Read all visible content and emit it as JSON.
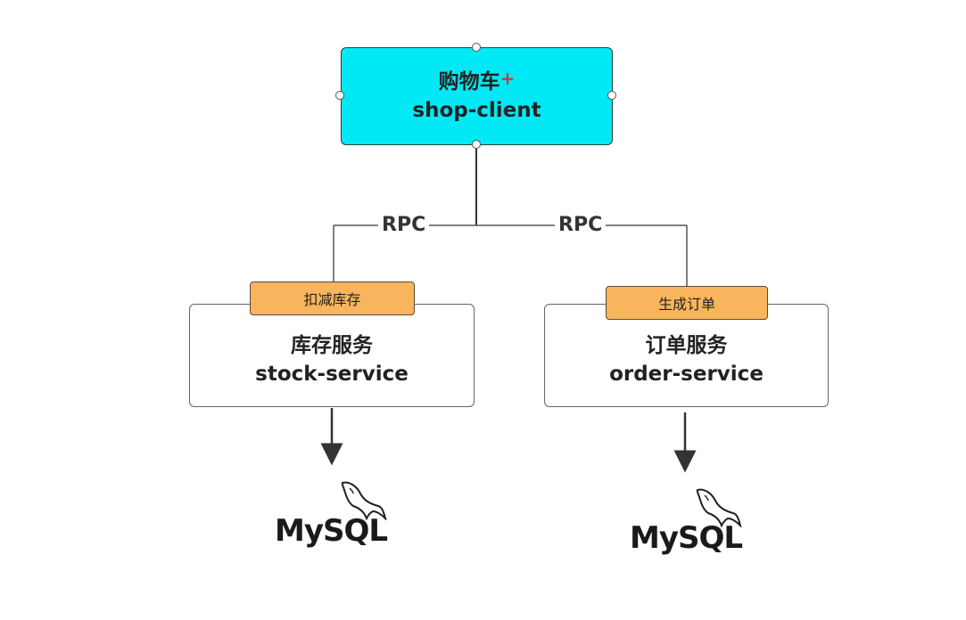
{
  "client": {
    "title_cn": "购物车",
    "plus": "+",
    "title_en": "shop-client",
    "fill": "#00e9f5"
  },
  "edges": {
    "left_label": "RPC",
    "right_label": "RPC"
  },
  "services": [
    {
      "tag": "扣减库存",
      "title_cn": "库存服务",
      "title_en": "stock-service",
      "db": "MySQL"
    },
    {
      "tag": "生成订单",
      "title_cn": "订单服务",
      "title_en": "order-service",
      "db": "MySQL"
    }
  ],
  "colors": {
    "tag_fill": "#f8b55d",
    "line": "#333333"
  }
}
